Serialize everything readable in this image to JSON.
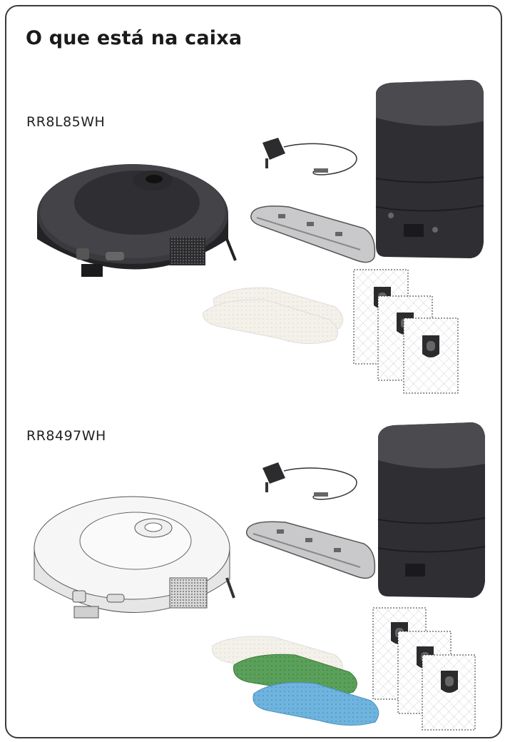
{
  "title": "O que está na caixa",
  "sections": [
    {
      "model": "RR8L85WH",
      "items": [
        "robot-vacuum-dark",
        "power-adapter",
        "mop-bracket",
        "cleaning-pads-white-2",
        "dock-station",
        "dust-bags-3"
      ]
    },
    {
      "model": "RR8497WH",
      "items": [
        "robot-vacuum-white",
        "power-adapter",
        "mop-bracket",
        "cleaning-pads-white-green-blue",
        "dock-station",
        "dust-bags-3"
      ]
    }
  ],
  "colors": {
    "border": "#3a3a3a",
    "dark_device": "#2f2f33",
    "light_device": "#f3f3f3",
    "pad_white": "#f4f1ea",
    "pad_green": "#5aa05a",
    "pad_blue": "#6fb4de"
  }
}
